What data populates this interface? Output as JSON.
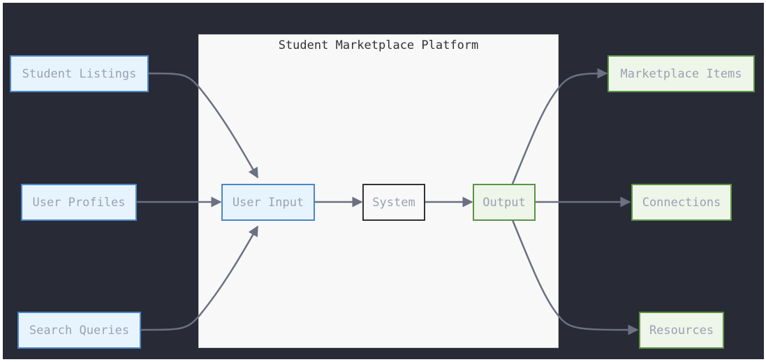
{
  "diagram": {
    "subgraph": {
      "title": "Student Marketplace Platform"
    },
    "nodes": {
      "student_listings": "Student Listings",
      "user_profiles": "User Profiles",
      "search_queries": "Search Queries",
      "user_input": "User Input",
      "system": "System",
      "output": "Output",
      "marketplace_items": "Marketplace Items",
      "connections": "Connections",
      "resources": "Resources"
    },
    "edges": [
      [
        "student_listings",
        "user_input"
      ],
      [
        "user_profiles",
        "user_input"
      ],
      [
        "search_queries",
        "user_input"
      ],
      [
        "user_input",
        "system"
      ],
      [
        "system",
        "output"
      ],
      [
        "output",
        "marketplace_items"
      ],
      [
        "output",
        "connections"
      ],
      [
        "output",
        "resources"
      ]
    ],
    "colors": {
      "background": "#282a36",
      "subgraph_fill": "#f8f8f8",
      "input_fill": "#e8f4fd",
      "input_stroke": "#4a86c8",
      "output_fill": "#eef5e9",
      "output_stroke": "#5a9444",
      "edge": "#6b7082"
    }
  }
}
